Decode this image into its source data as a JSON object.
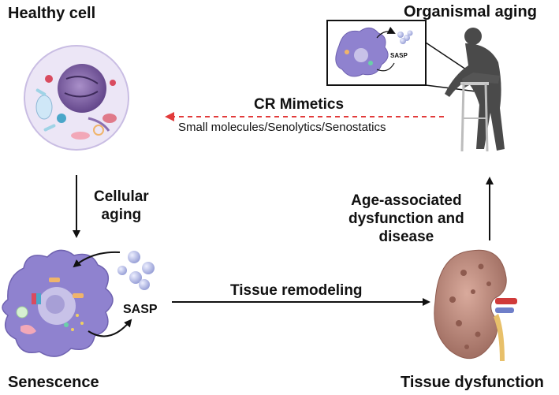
{
  "labels": {
    "healthy_cell": "Healthy cell",
    "organismal_aging": "Organismal aging",
    "cr_mimetics": "CR Mimetics",
    "small_molecules": "Small molecules/Senolytics/Senostatics",
    "cellular_aging_line1": "Cellular",
    "cellular_aging_line2": "aging",
    "age_assoc_line1": "Age-associated",
    "age_assoc_line2": "dysfunction and",
    "age_assoc_line3": "disease",
    "tissue_remodeling": "Tissue remodeling",
    "sasp": "SASP",
    "sasp_mini": "SASP",
    "senescence": "Senescence",
    "tissue_dysfunction": "Tissue dysfunction"
  },
  "colors": {
    "arrow": "#111111",
    "dashed_arrow": "#e23b3b",
    "healthy_cell_fill": "#ece6f6",
    "senescent_cell_fill": "#8f82cf",
    "nucleus": "#6d4e93",
    "sasp_bead": "#b7bde6",
    "silhouette": "#4a4a4a",
    "kidney": "#b88578"
  },
  "icons": [
    "healthy-cell-illustration",
    "senescent-cell-illustration",
    "sasp-beads-icon",
    "elderly-person-walker-icon",
    "kidney-illustration"
  ]
}
